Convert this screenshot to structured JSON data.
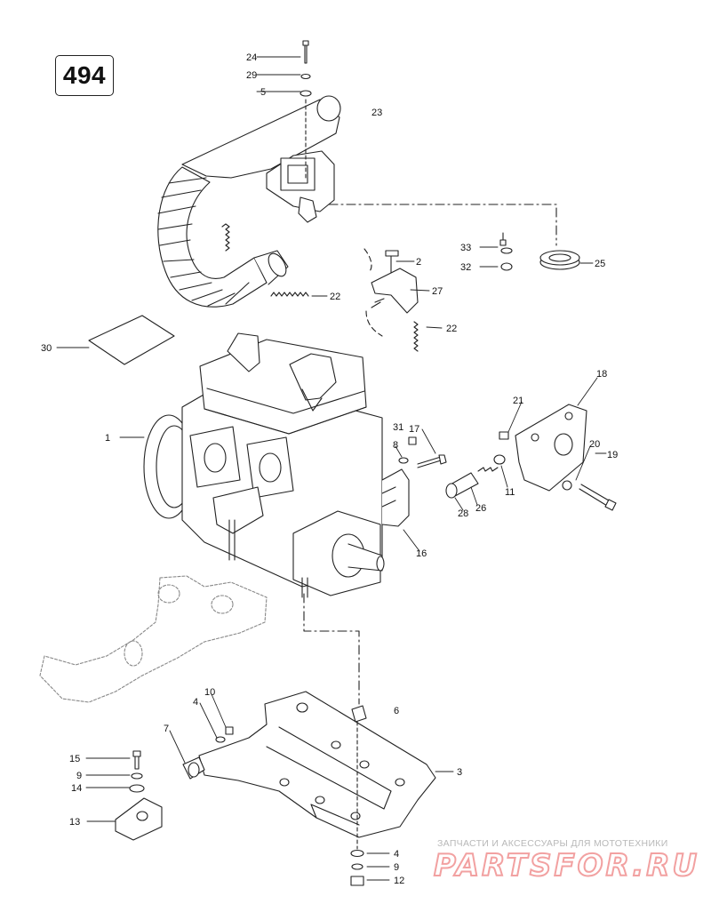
{
  "page_number": "494",
  "watermark": {
    "tagline": "ЗАПЧАСТИ И АКСЕССУАРЫ ДЛЯ МОТОТЕХНИКИ",
    "logo_text": "PARTSFOR.RU"
  },
  "callouts": [
    {
      "id": "c24a",
      "label": "24"
    },
    {
      "id": "c29",
      "label": "29"
    },
    {
      "id": "c5",
      "label": "5"
    },
    {
      "id": "c23",
      "label": "23"
    },
    {
      "id": "c33",
      "label": "33"
    },
    {
      "id": "c32",
      "label": "32"
    },
    {
      "id": "c2",
      "label": "2"
    },
    {
      "id": "c25",
      "label": "25"
    },
    {
      "id": "c27",
      "label": "27"
    },
    {
      "id": "c22a",
      "label": "22"
    },
    {
      "id": "c22b",
      "label": "22"
    },
    {
      "id": "c30",
      "label": "30"
    },
    {
      "id": "c18",
      "label": "18"
    },
    {
      "id": "c21",
      "label": "21"
    },
    {
      "id": "c31",
      "label": "31"
    },
    {
      "id": "c17",
      "label": "17"
    },
    {
      "id": "c1",
      "label": "1"
    },
    {
      "id": "c8",
      "label": "8"
    },
    {
      "id": "c20",
      "label": "20"
    },
    {
      "id": "c19",
      "label": "19"
    },
    {
      "id": "c11",
      "label": "11"
    },
    {
      "id": "c28",
      "label": "28"
    },
    {
      "id": "c26",
      "label": "26"
    },
    {
      "id": "c16",
      "label": "16"
    },
    {
      "id": "c10",
      "label": "10"
    },
    {
      "id": "c4a",
      "label": "4"
    },
    {
      "id": "c6",
      "label": "6"
    },
    {
      "id": "c7",
      "label": "7"
    },
    {
      "id": "c15",
      "label": "15"
    },
    {
      "id": "c9a",
      "label": "9"
    },
    {
      "id": "c14",
      "label": "14"
    },
    {
      "id": "c3",
      "label": "3"
    },
    {
      "id": "c13",
      "label": "13"
    },
    {
      "id": "c4b",
      "label": "4"
    },
    {
      "id": "c9b",
      "label": "9"
    },
    {
      "id": "c12",
      "label": "12"
    }
  ]
}
